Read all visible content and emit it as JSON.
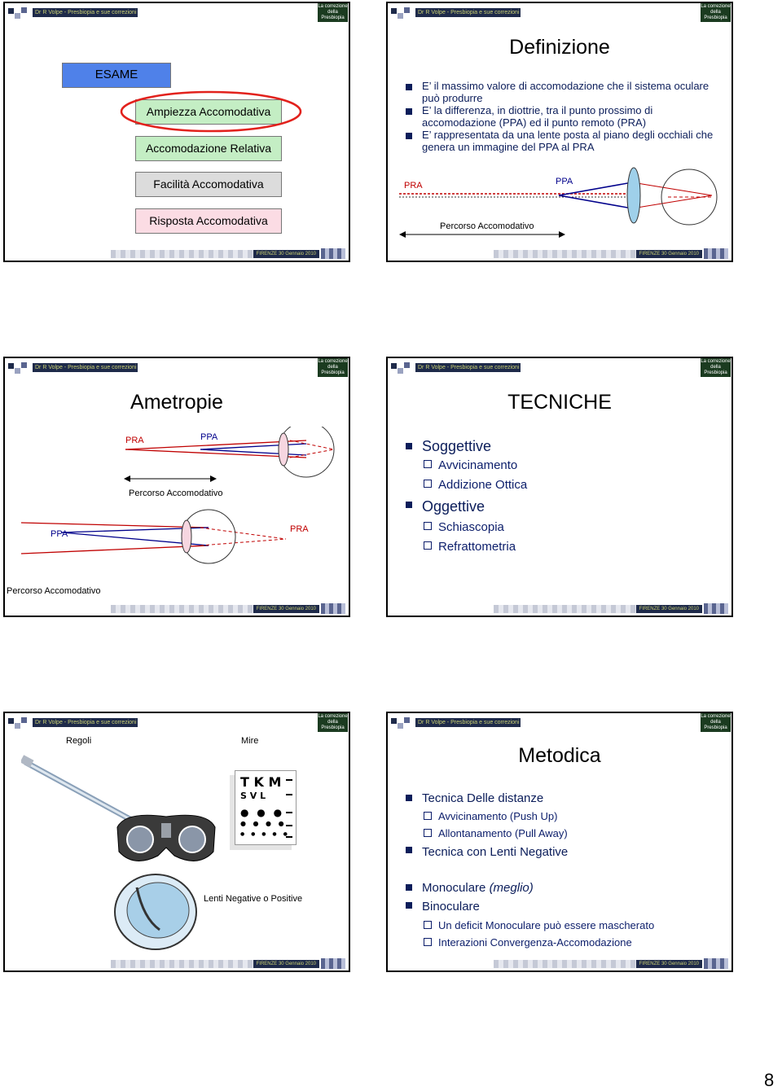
{
  "header": {
    "author_text": "Dr R Volpe - Presbiopia e sue correzioni",
    "logo_lines": [
      "La correzione",
      "della",
      "Presbiopia"
    ]
  },
  "footer": {
    "event_text": "FIRENZE 30 Gennaio 2010"
  },
  "slide1": {
    "esame": "ESAME",
    "items": [
      "Ampiezza Accomodativa",
      "Accomodazione Relativa",
      "Facilità Accomodativa",
      "Risposta Accomodativa"
    ]
  },
  "slide2": {
    "title": "Definizione",
    "bullets": [
      "E’ il massimo valore di accomodazione che il sistema oculare può produrre",
      "E’ la differenza, in diottrie, tra il punto prossimo di accomodazione (PPA) ed il punto remoto (PRA)",
      "E’ rappresentata da una lente posta al piano degli occhiali che genera un immagine del PPA al PRA"
    ],
    "pra": "PRA",
    "ppa": "PPA",
    "percorso": "Percorso Accomodativo"
  },
  "slide3": {
    "title": "Ametropie",
    "pra_top": "PRA",
    "ppa_top": "PPA",
    "percorso": "Percorso Accomodativo",
    "ppa_bottom": "PPA",
    "pra_bottom": "PRA",
    "percorso_outside": "Percorso Accomodativo"
  },
  "slide4": {
    "title": "TECNICHE",
    "groups": [
      {
        "label": "Soggettive",
        "subs": [
          "Avvicinamento",
          "Addizione Ottica"
        ]
      },
      {
        "label": "Oggettive",
        "subs": [
          "Schiascopia",
          "Refrattometria"
        ]
      }
    ]
  },
  "slide5": {
    "regoli": "Regoli",
    "mire": "Mire",
    "chart_row1": "T K M",
    "chart_row2": "S V L",
    "lenti": "Lenti Negative o Positive"
  },
  "slide6": {
    "title": "Metodica",
    "b1": "Tecnica Delle distanze",
    "b1_subs": [
      "Avvicinamento (Push Up)",
      "Allontanamento (Pull Away)"
    ],
    "b2": "Tecnica con Lenti Negative",
    "b3": "Monoculare",
    "b3_em": "(meglio)",
    "b4": "Binoculare",
    "b4_subs": [
      "Un deficit Monoculare può essere mascherato",
      "Interazioni Convergenza-Accomodazione"
    ]
  },
  "page_number": "8"
}
